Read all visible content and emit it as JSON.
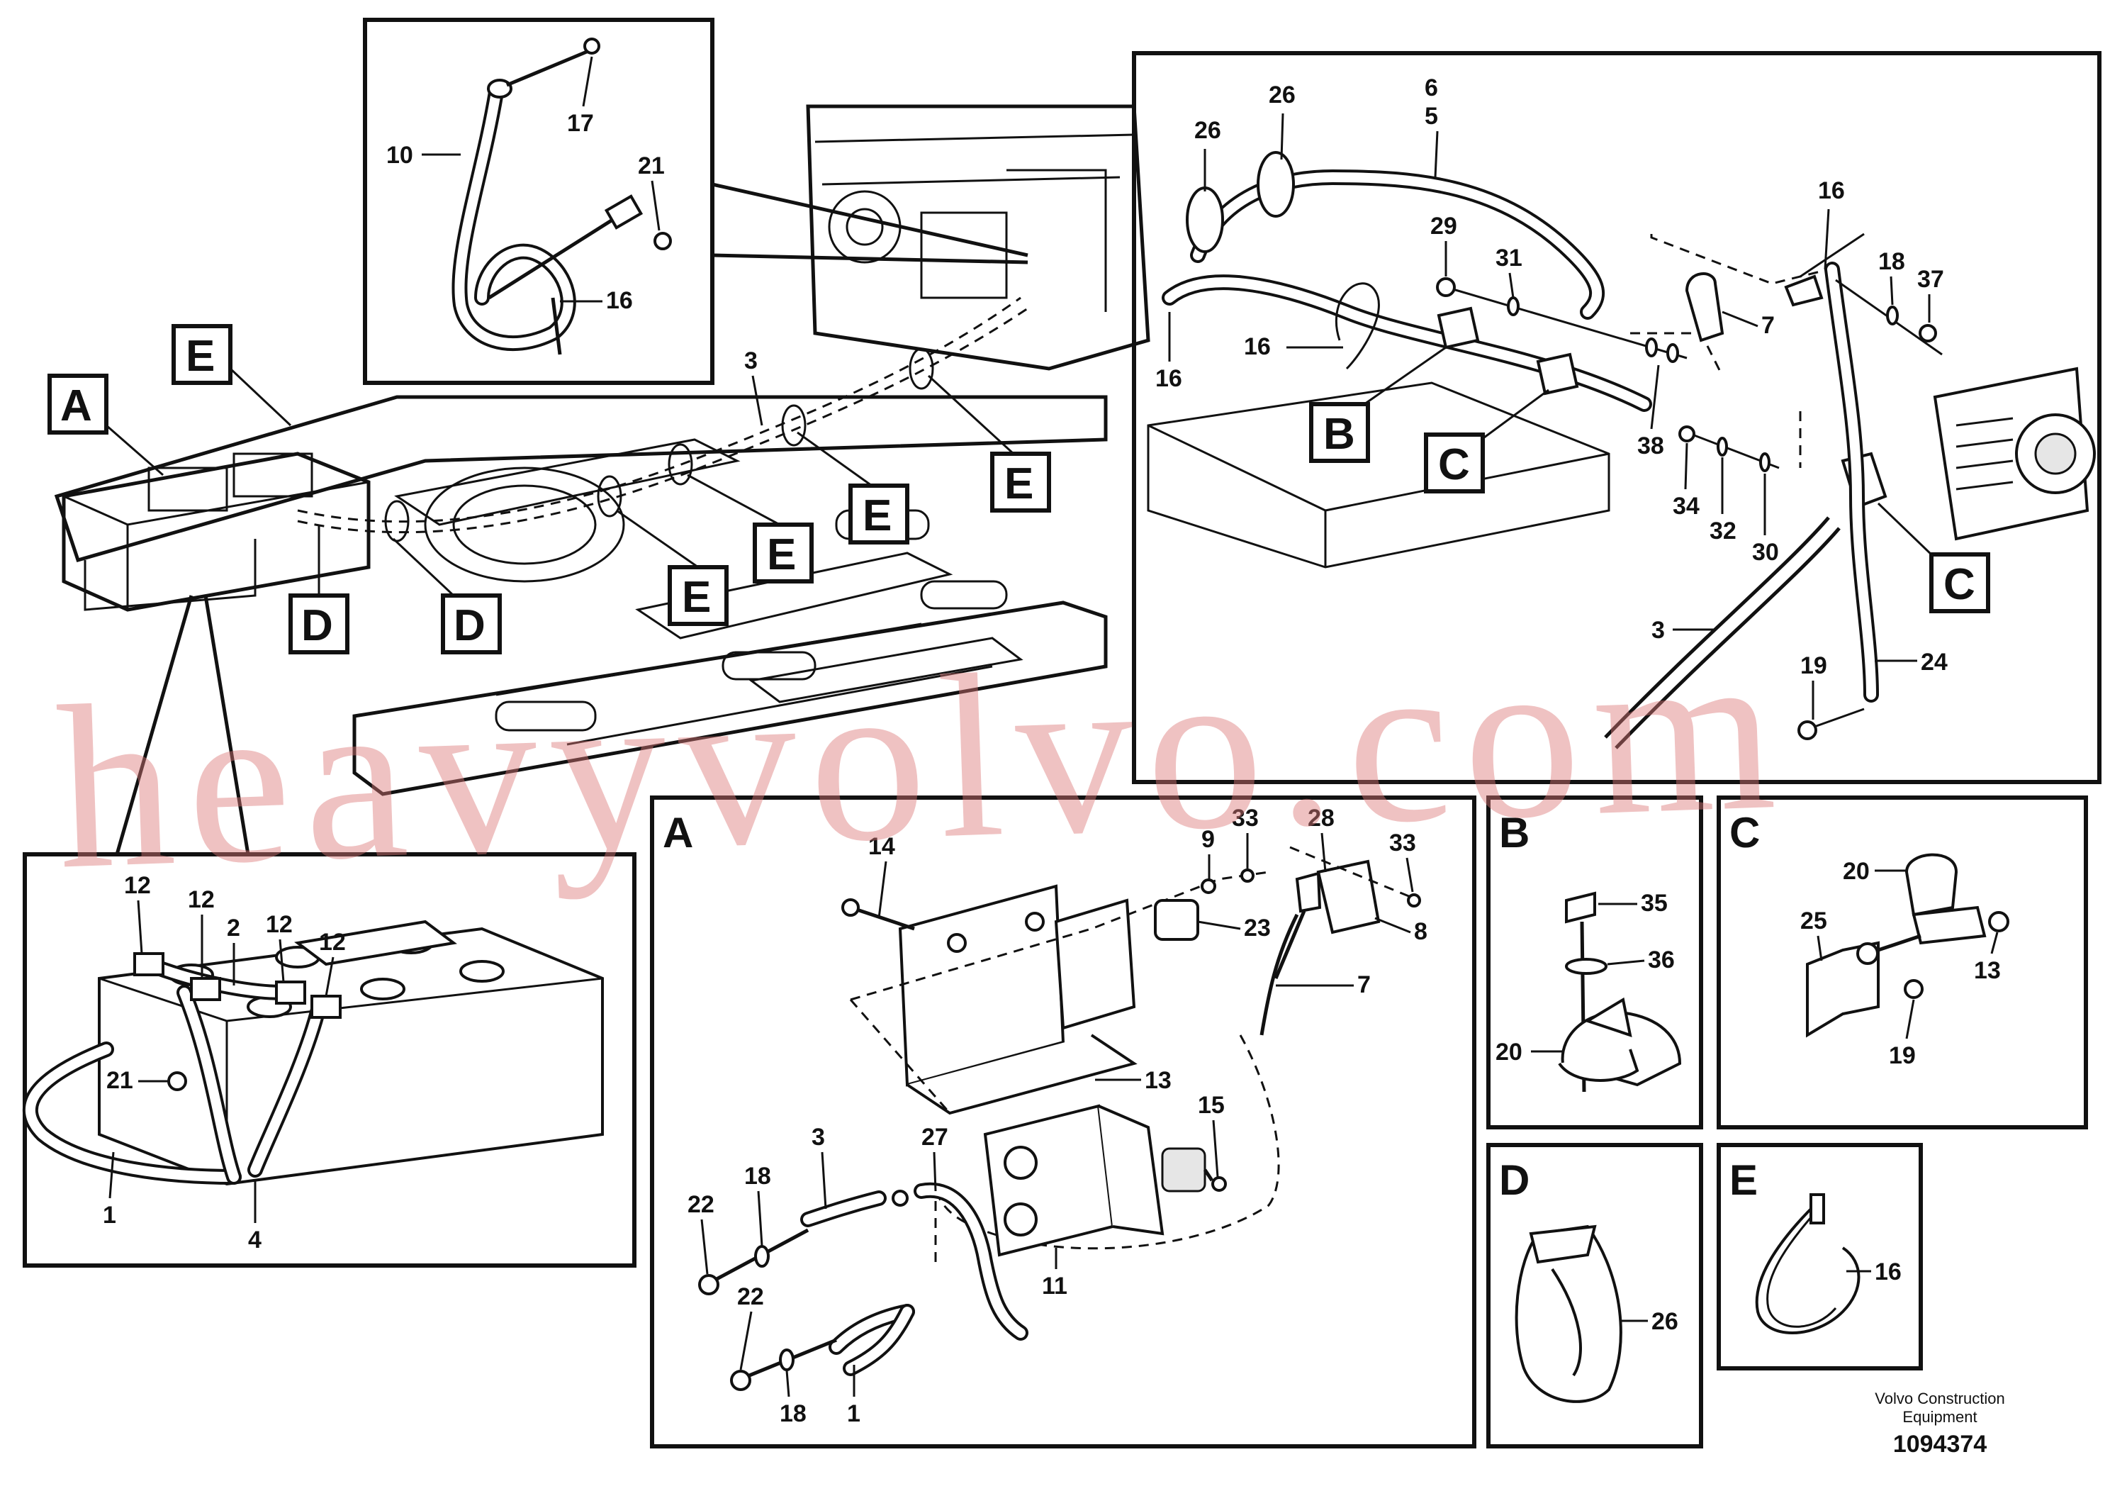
{
  "callouts": {
    "top_left": [
      "10",
      "17",
      "21",
      "16"
    ],
    "main": [
      "3"
    ],
    "engine_view": [
      "26",
      "26",
      "6",
      "5",
      "29",
      "31",
      "16",
      "16",
      "16",
      "7",
      "18",
      "37",
      "38",
      "34",
      "32",
      "30",
      "3",
      "19",
      "24"
    ],
    "battery": [
      "12",
      "12",
      "2",
      "12",
      "12",
      "21",
      "1",
      "4"
    ],
    "view_a": [
      "14",
      "9",
      "33",
      "28",
      "33",
      "23",
      "8",
      "7",
      "13",
      "3",
      "27",
      "15",
      "22",
      "18",
      "22",
      "18",
      "1",
      "11"
    ],
    "view_b": [
      "35",
      "36",
      "20"
    ],
    "view_c": [
      "20",
      "25",
      "13",
      "19"
    ],
    "view_d": [
      "26"
    ],
    "view_e": [
      "16"
    ]
  },
  "view_labels": [
    "A",
    "E",
    "E",
    "E",
    "E",
    "E",
    "D",
    "D",
    "B",
    "C",
    "C"
  ],
  "panel_letters": [
    "A",
    "B",
    "C",
    "D",
    "E"
  ],
  "watermark": "heavyvolvo.com",
  "footer": {
    "company_line1": "Volvo Construction",
    "company_line2": "Equipment",
    "drawing_number": "1094374"
  }
}
